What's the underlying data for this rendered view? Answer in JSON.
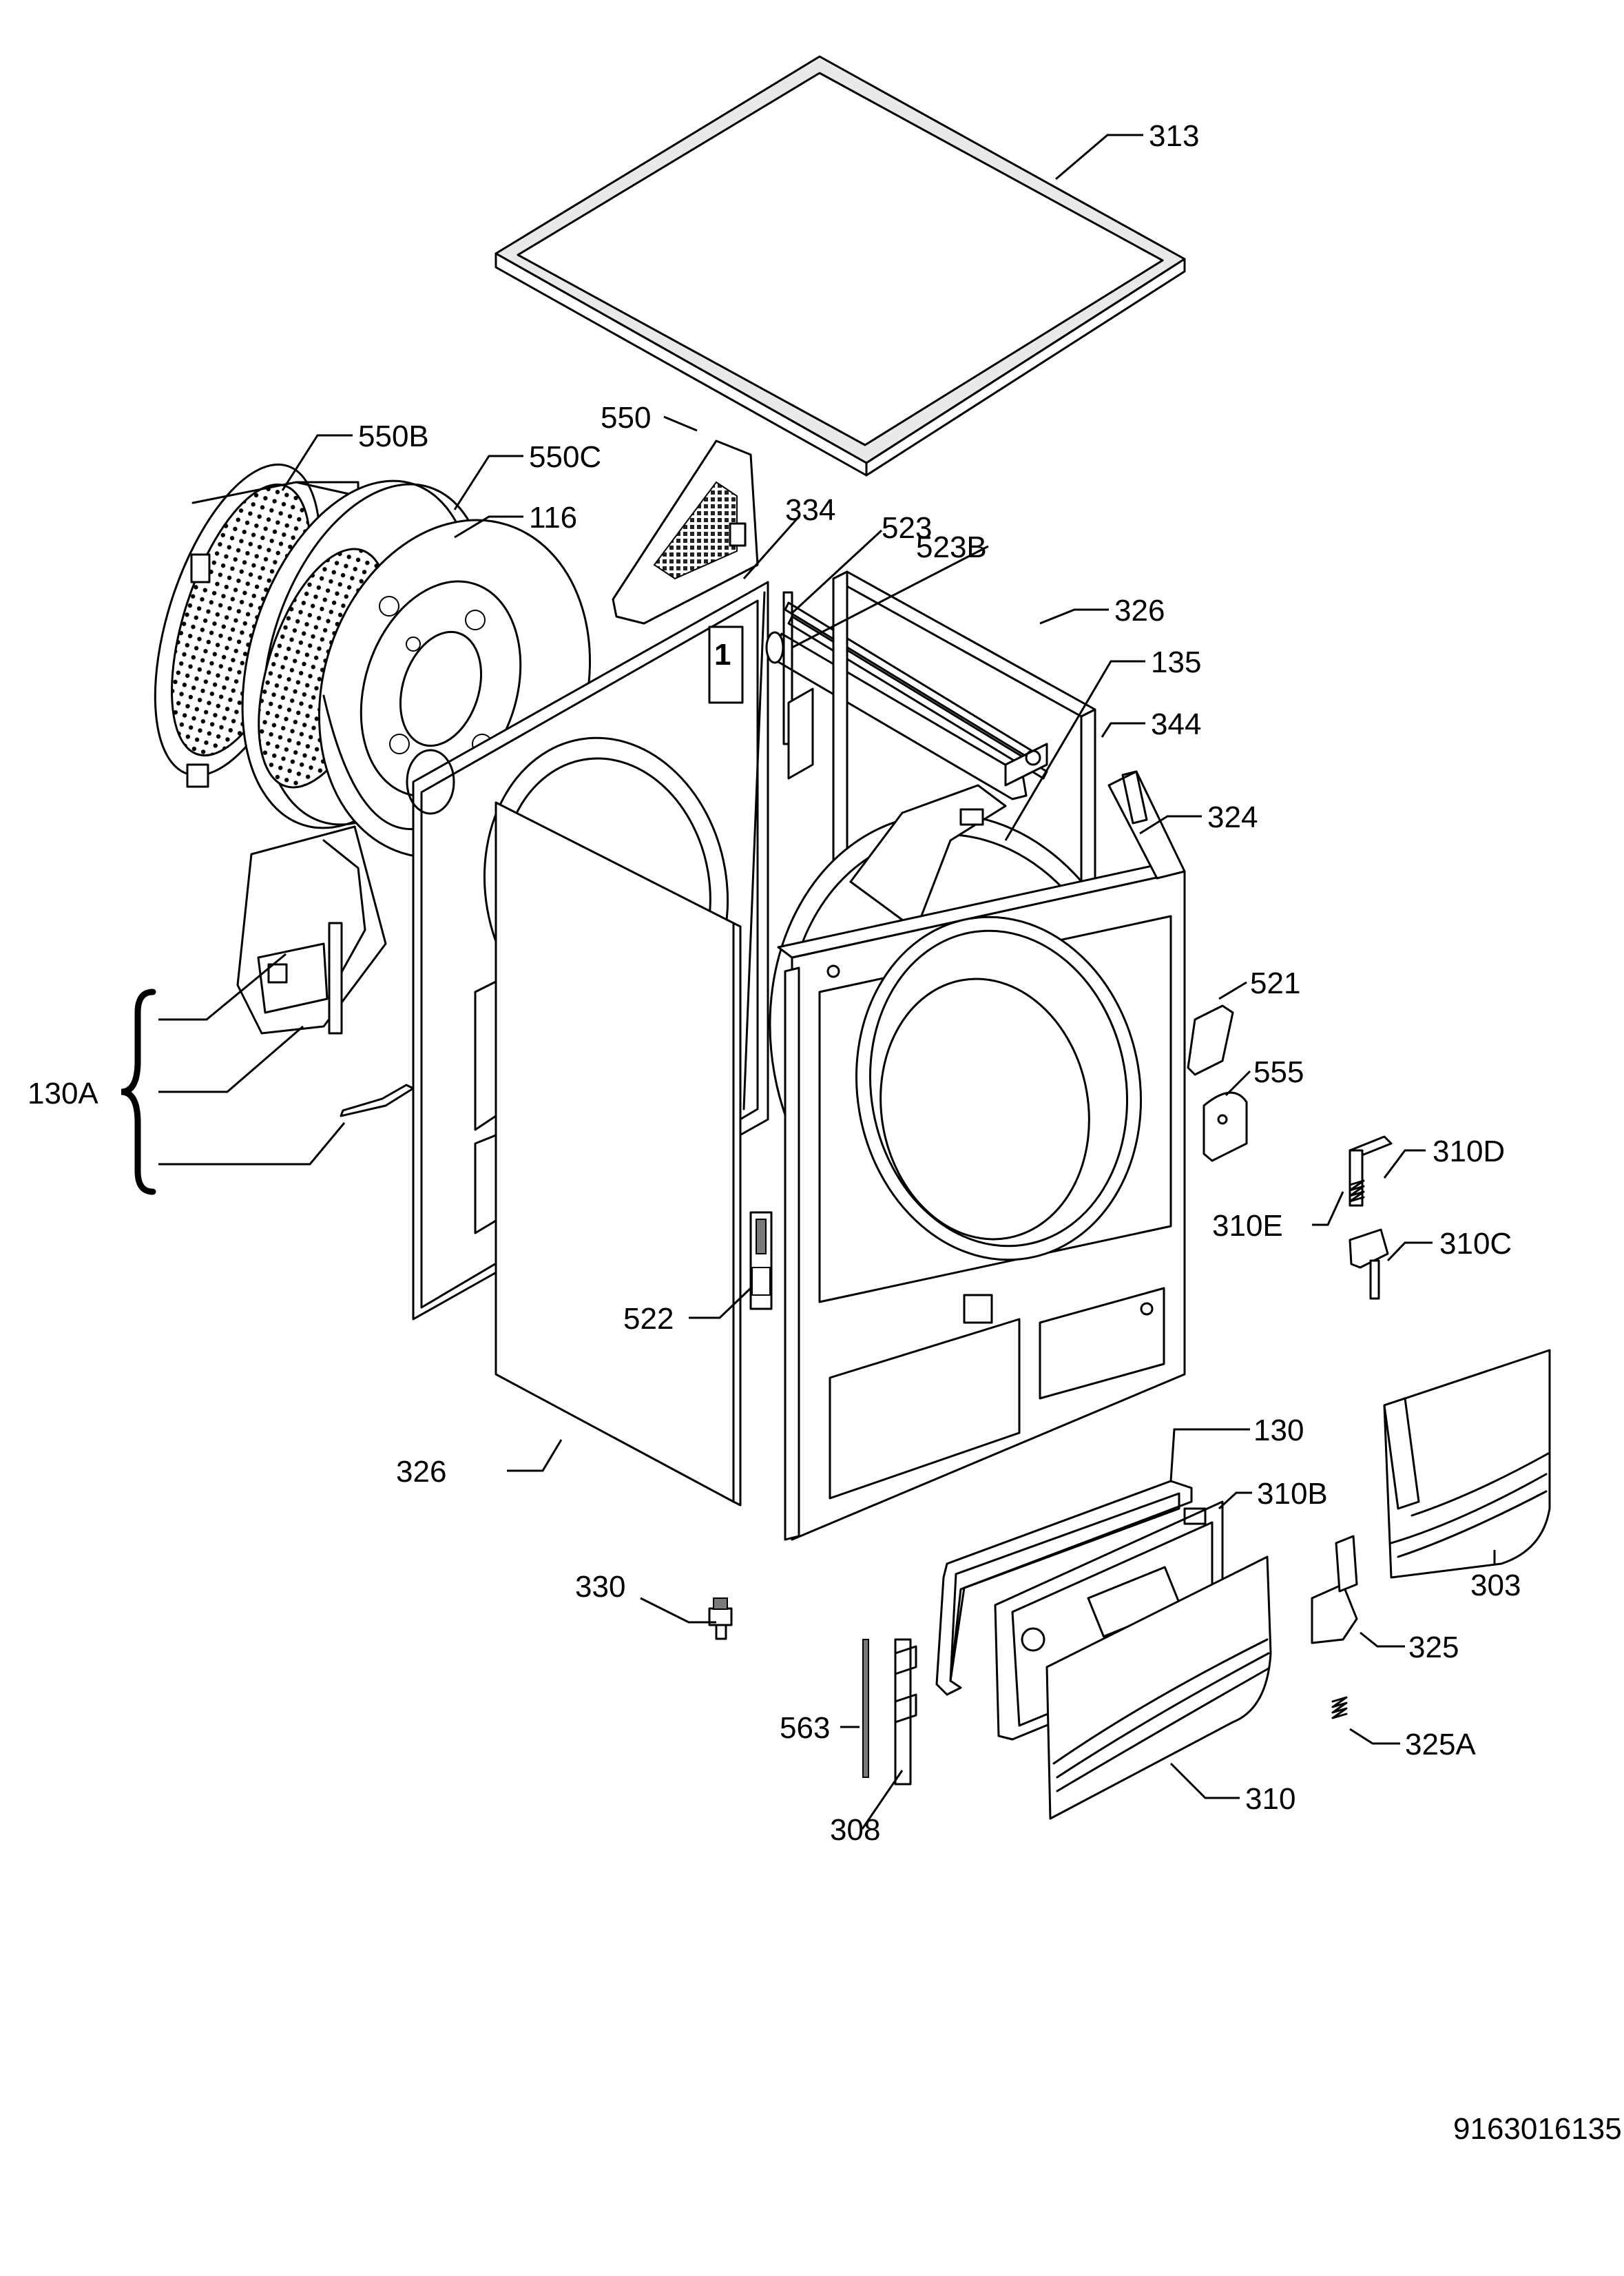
{
  "drawing_number": "9163016135",
  "labels": {
    "l313": "313",
    "l550": "550",
    "l550B": "550B",
    "l550C": "550C",
    "l116": "116",
    "l334": "334",
    "l523": "523",
    "l523B": "523B",
    "l326top": "326",
    "l135": "135",
    "l344": "344",
    "l324": "324",
    "l130A": "130A",
    "l521": "521",
    "l555": "555",
    "l310D": "310D",
    "l310E": "310E",
    "l310C": "310C",
    "l522": "522",
    "l326": "326",
    "l130": "130",
    "l310B": "310B",
    "l303": "303",
    "l330": "330",
    "l325": "325",
    "l563": "563",
    "l325A": "325A",
    "l308": "308",
    "l310": "310"
  }
}
